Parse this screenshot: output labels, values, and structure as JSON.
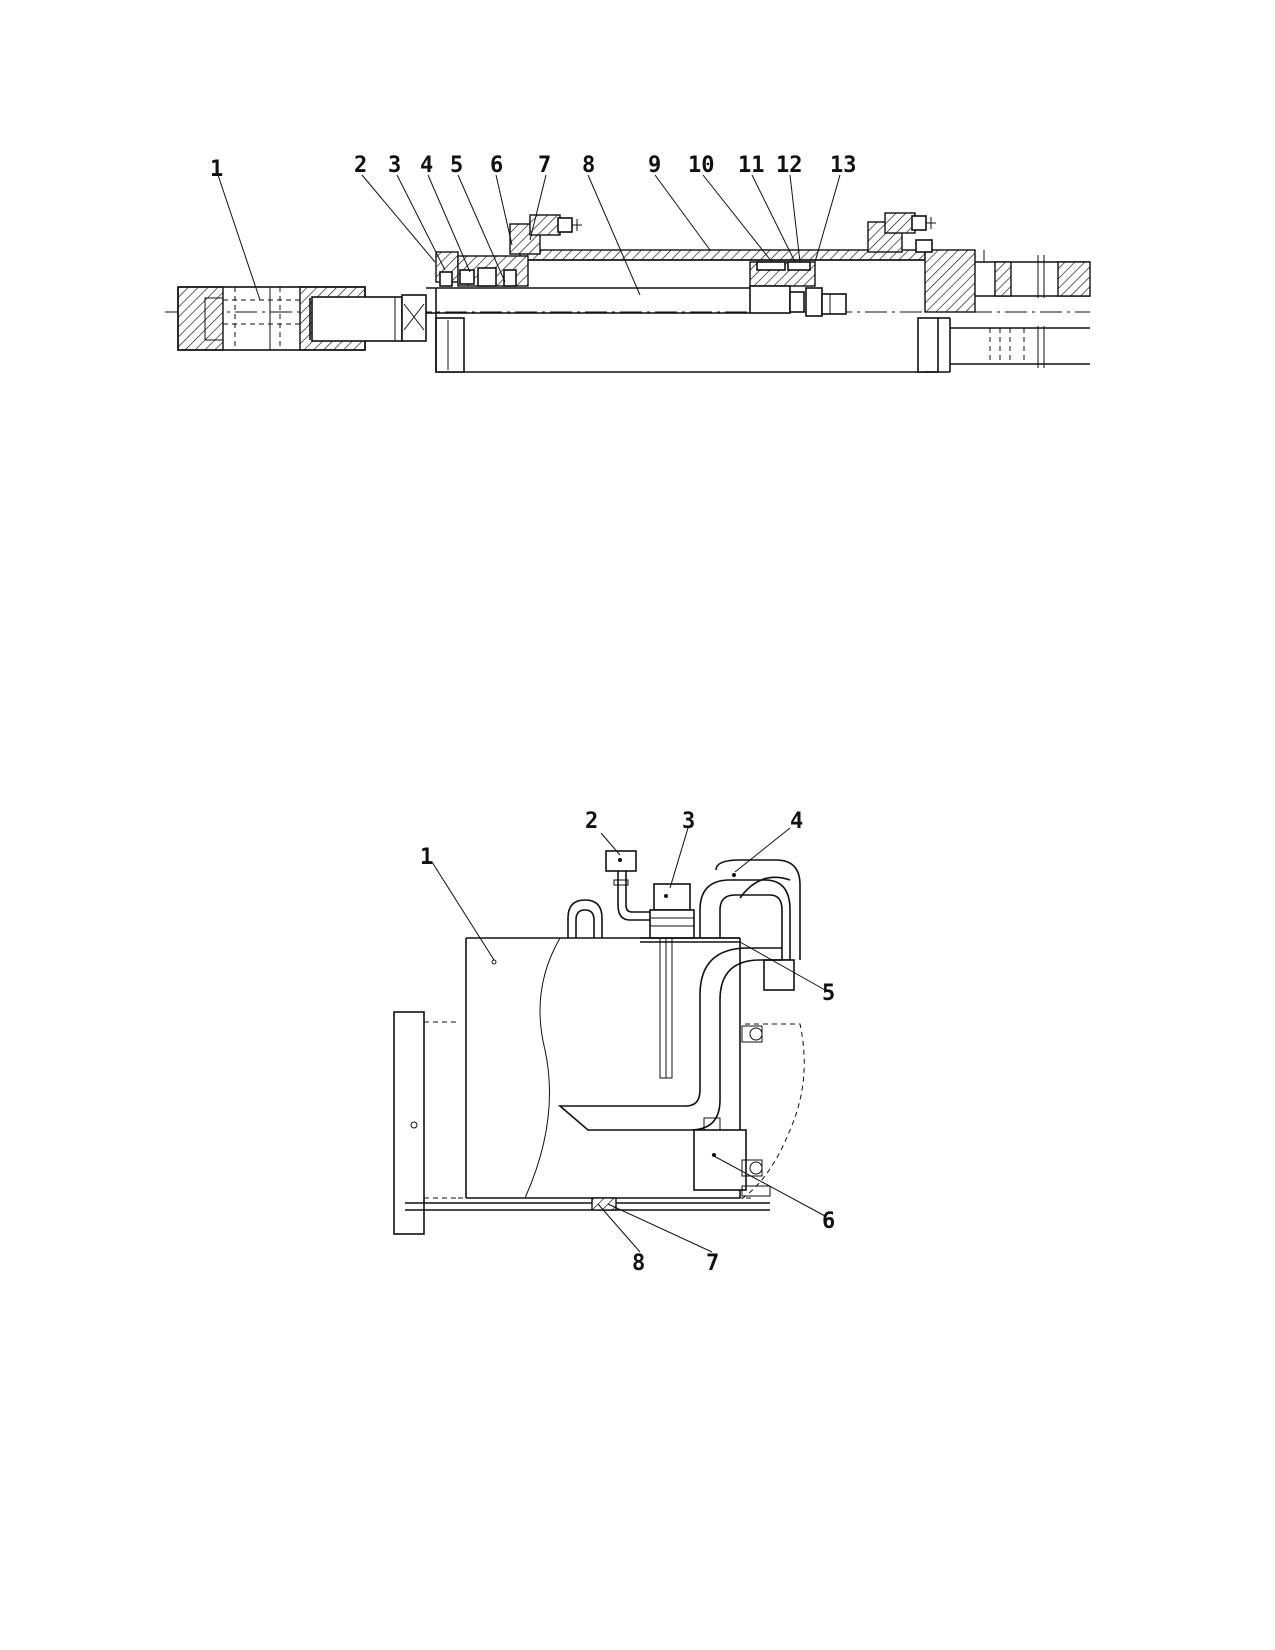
{
  "figure_top": {
    "callouts": [
      "1",
      "2",
      "3",
      "4",
      "5",
      "6",
      "7",
      "8",
      "9",
      "10",
      "11",
      "12",
      "13"
    ]
  },
  "figure_bottom": {
    "callouts": [
      "1",
      "2",
      "3",
      "4",
      "5",
      "6",
      "7",
      "8"
    ]
  },
  "colors": {
    "line": "#111111",
    "background": "#ffffff"
  }
}
